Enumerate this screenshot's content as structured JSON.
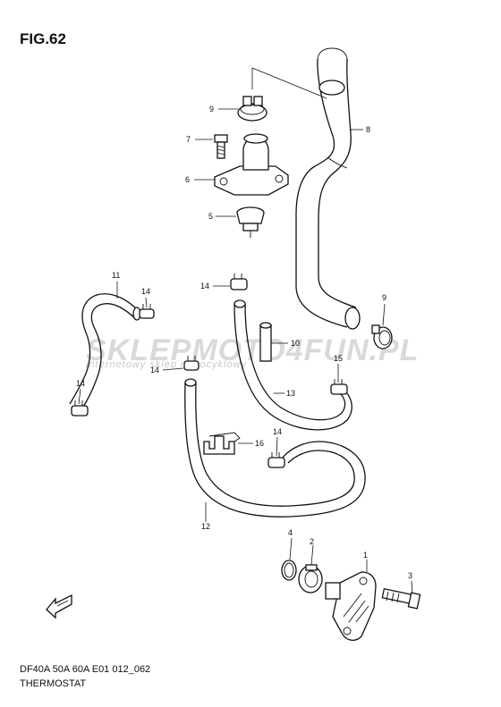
{
  "figure": {
    "title": "FIG.62",
    "code": "DF40A 50A 60A E01 012_062",
    "name": "THERMOSTAT"
  },
  "watermark": {
    "brand": "SKLEPMOTO4FUN.PL",
    "tagline": "internetowy sklep motocyklowy",
    "accent_color": "#e05a1a"
  },
  "callouts": {
    "c1": "1",
    "c2": "2",
    "c3": "3",
    "c4": "4",
    "c5": "5",
    "c6": "6",
    "c7": "7",
    "c8": "8",
    "c9a": "9",
    "c9b": "9",
    "c10": "10",
    "c11": "11",
    "c12": "12",
    "c13": "13",
    "c14a": "14",
    "c14b": "14",
    "c14c": "14",
    "c14d": "14",
    "c14e": "14",
    "c15": "15",
    "c16": "16"
  },
  "icons": {
    "front_arrow": "fwd-arrow-icon"
  }
}
